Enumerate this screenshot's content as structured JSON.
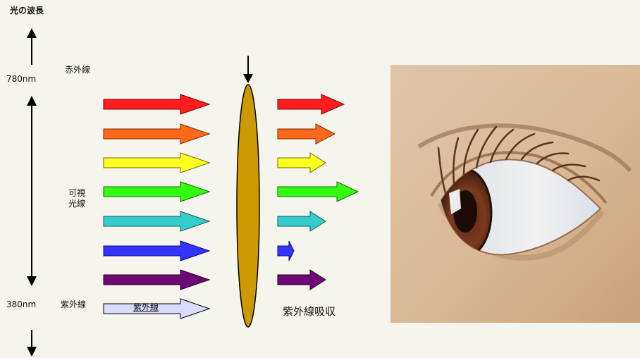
{
  "title": "光の波長",
  "wavelength": {
    "long": "780nm",
    "short": "380nm"
  },
  "bands": {
    "infrared": "赤外線",
    "visible": "可視\n光線",
    "ultraviolet": "紫外線"
  },
  "uv_arrow_label": "紫外線",
  "absorption_label": "紫外線吸収",
  "colors": {
    "background": "#f6f5ed",
    "lens": "#cc9a00",
    "arrows": [
      "#ff1c1c",
      "#ff6a1a",
      "#ffff22",
      "#33ff11",
      "#34cccc",
      "#3333ff",
      "#6b0a73",
      "#d8dcff"
    ]
  },
  "rays": [
    {
      "color": "red",
      "transmitted": true
    },
    {
      "color": "orange",
      "transmitted": true
    },
    {
      "color": "yellow",
      "transmitted": true
    },
    {
      "color": "green",
      "transmitted": true
    },
    {
      "color": "cyan",
      "transmitted": true
    },
    {
      "color": "blue",
      "transmitted": true
    },
    {
      "color": "purple",
      "transmitted": true
    },
    {
      "color": "ultraviolet",
      "transmitted": false
    }
  ],
  "illustration": "eye-illustration"
}
